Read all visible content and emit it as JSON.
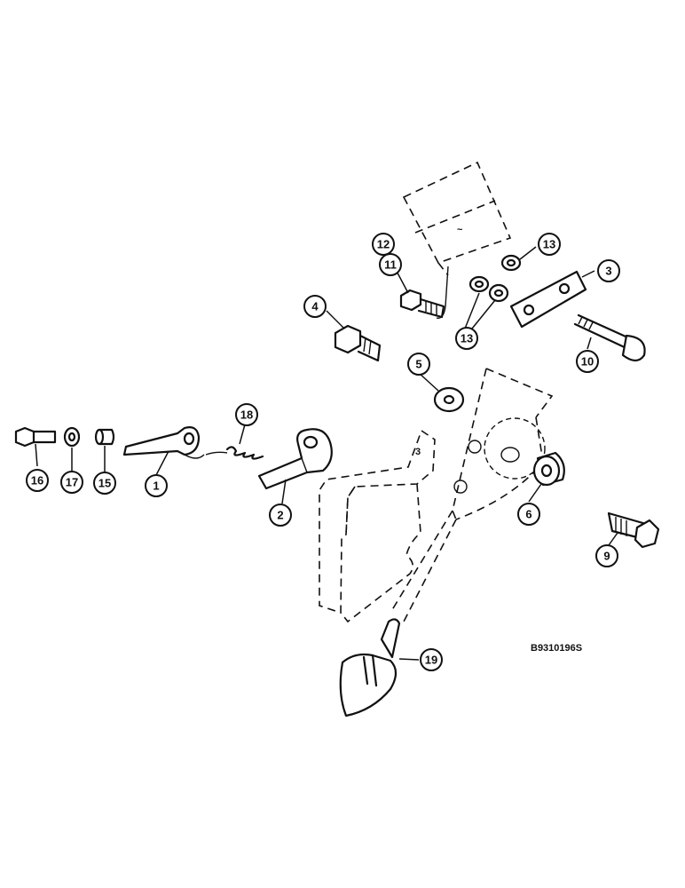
{
  "figure_ref": "B9310196S",
  "callouts": [
    {
      "id": "c12",
      "label": "12"
    },
    {
      "id": "c11",
      "label": "11"
    },
    {
      "id": "c13a",
      "label": "13"
    },
    {
      "id": "c3a",
      "label": "3"
    },
    {
      "id": "c4",
      "label": "4"
    },
    {
      "id": "c13b",
      "label": "13"
    },
    {
      "id": "c10",
      "label": "10"
    },
    {
      "id": "c5",
      "label": "5"
    },
    {
      "id": "c18",
      "label": "18"
    },
    {
      "id": "c16",
      "label": "16"
    },
    {
      "id": "c17",
      "label": "17"
    },
    {
      "id": "c15",
      "label": "15"
    },
    {
      "id": "c1",
      "label": "1"
    },
    {
      "id": "c2",
      "label": "2"
    },
    {
      "id": "c6",
      "label": "6"
    },
    {
      "id": "c9",
      "label": "9"
    },
    {
      "id": "c19",
      "label": "19"
    }
  ],
  "plate_mark": "3"
}
